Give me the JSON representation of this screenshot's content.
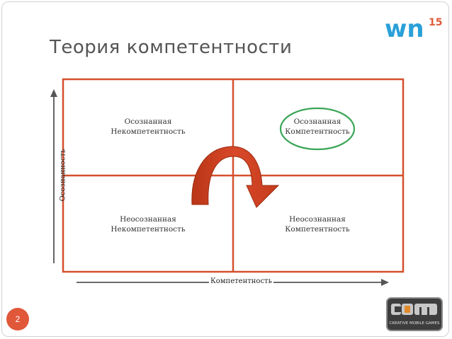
{
  "slide": {
    "title": "Теория компетентности",
    "page_number": "2"
  },
  "logos": {
    "wn_text": "wn",
    "wn_sup": "15",
    "cmg_text": "CREATIVE MOBILE GAMES"
  },
  "quadrants": {
    "top_left": {
      "line1": "Осознанная",
      "line2": "Некомпетентность"
    },
    "top_right": {
      "line1": "Осознанная",
      "line2": "Компетентность"
    },
    "bottom_left": {
      "line1": "Неосознанная",
      "line2": "Некомпетентность"
    },
    "bottom_right": {
      "line1": "Неосознанная",
      "line2": "Компетентность"
    }
  },
  "axes": {
    "y": "Осознанность",
    "x": "Компетентность"
  },
  "colors": {
    "grid": "#d4502c",
    "arrow": "#c9421d",
    "highlight": "#3aa556",
    "title": "#555555",
    "wn_brand": "#2aa0d8"
  }
}
